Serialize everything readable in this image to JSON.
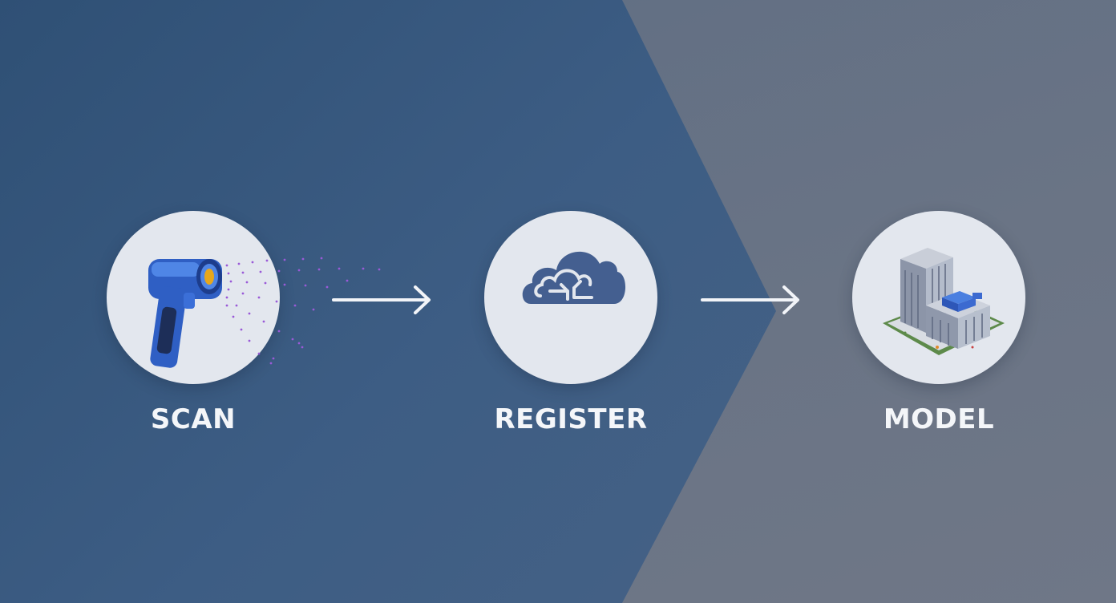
{
  "steps": [
    {
      "id": "scan",
      "label": "SCAN",
      "icon": "laser-scanner-icon"
    },
    {
      "id": "register",
      "label": "REGISTER",
      "icon": "cloud-sync-icon"
    },
    {
      "id": "model",
      "label": "MODEL",
      "icon": "3d-building-icon"
    }
  ],
  "arrows": [
    "arrow-right-icon",
    "arrow-right-icon"
  ],
  "colors": {
    "background_blue": "#3d5d84",
    "background_gray": "#6a7485",
    "circle_fill": "#e3e7ee",
    "icon_blue": "#2f5fc4",
    "cloud_fill": "#445f90",
    "scan_dots": "#8a4fd0",
    "label_text": "#f4f6f9"
  }
}
